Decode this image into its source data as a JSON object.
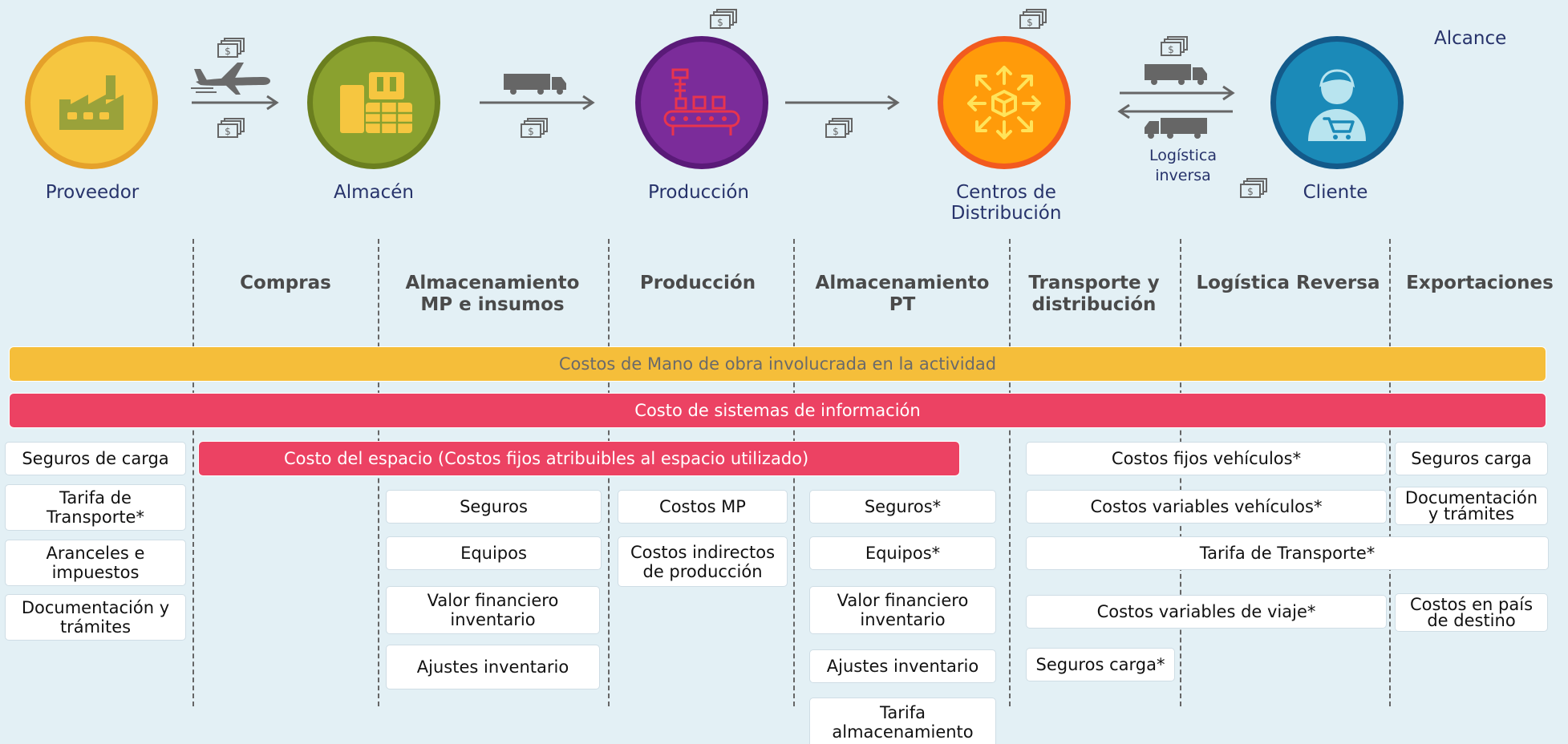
{
  "scope_label": "Alcance",
  "nodes": [
    {
      "label": "Proveedor",
      "icon": "factory-icon",
      "color": "#f6c640",
      "ring": "#e5a12a"
    },
    {
      "label": "Almacén",
      "icon": "warehouse-icon",
      "color": "#8aa12f",
      "ring": "#6b7f1f"
    },
    {
      "label": "Producción",
      "icon": "conveyor-icon",
      "color": "#7b2c9a",
      "ring": "#5a1a78"
    },
    {
      "label": "Centros de Distribución",
      "icon": "distribution-box-icon",
      "color": "#ff9b0a",
      "ring": "#f25a1f"
    },
    {
      "label": "Cliente",
      "icon": "customer-cart-icon",
      "color": "#1b8ab8",
      "ring": "#135a8a"
    }
  ],
  "inverse_logistics_label": "Logística inversa",
  "money_icon": "money-bills-icon",
  "columns": [
    "Compras",
    "Almacenamiento MP e insumos",
    "Producción",
    "Almacenamiento PT",
    "Transporte y distribución",
    "Logística Reversa",
    "Exportaciones"
  ],
  "bars": {
    "labor": {
      "label": "Costos de Mano de obra involucrada en la actividad",
      "color": "#f5be3a"
    },
    "systems": {
      "label": "Costo de sistemas de información",
      "color": "#ec4263"
    },
    "space": {
      "label": "Costo del espacio (Costos fijos atribuibles al espacio utilizado)",
      "color": "#ec4263"
    }
  },
  "boxes": {
    "proveedor": [
      "Seguros de carga",
      "Tarifa de Transporte*",
      "Aranceles e impuestos",
      "Documentación y trámites"
    ],
    "almacenamiento_mp": [
      "Seguros",
      "Equipos",
      "Valor financiero inventario",
      "Ajustes inventario"
    ],
    "produccion": [
      "Costos MP",
      "Costos indirectos de producción"
    ],
    "almacenamiento_pt": [
      "Seguros*",
      "Equipos*",
      "Valor financiero inventario",
      "Ajustes inventario",
      "Tarifa almacenamiento"
    ],
    "transporte": [
      "Costos fijos vehículos*",
      "Costos variables vehículos*",
      "Tarifa de Transporte*",
      "Costos variables de viaje*",
      "Seguros carga*"
    ],
    "exportaciones": [
      "Seguros carga",
      "Documentación y trámites",
      "Costos en país de destino"
    ]
  }
}
